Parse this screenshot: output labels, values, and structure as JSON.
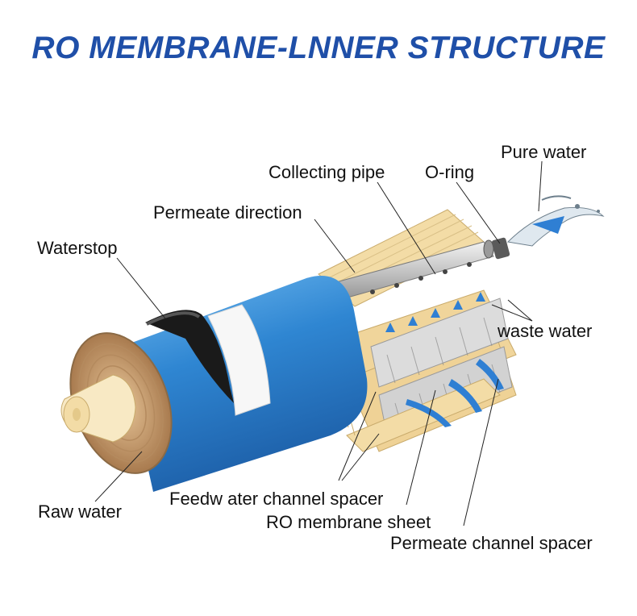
{
  "title": "RO MEMBRANE-LNNER STRUCTURE",
  "labels": {
    "pure_water": "Pure water",
    "collecting_pipe": "Collecting pipe",
    "o_ring": "O-ring",
    "permeate_direction": "Permeate direction",
    "waterstop": "Waterstop",
    "waste_water": "waste water",
    "feed_water_spacer": "Feedw ater channel spacer",
    "ro_membrane_sheet": "RO membrane sheet",
    "permeate_channel_spacer": "Permeate channel spacer",
    "raw_water": "Raw water"
  },
  "colors": {
    "title": "#1f4fa8",
    "housing_blue": "#3a8fd6",
    "membrane_tan": "#f3dca6",
    "flow_arrow": "#2f7fd3",
    "leader_line": "#222222"
  }
}
